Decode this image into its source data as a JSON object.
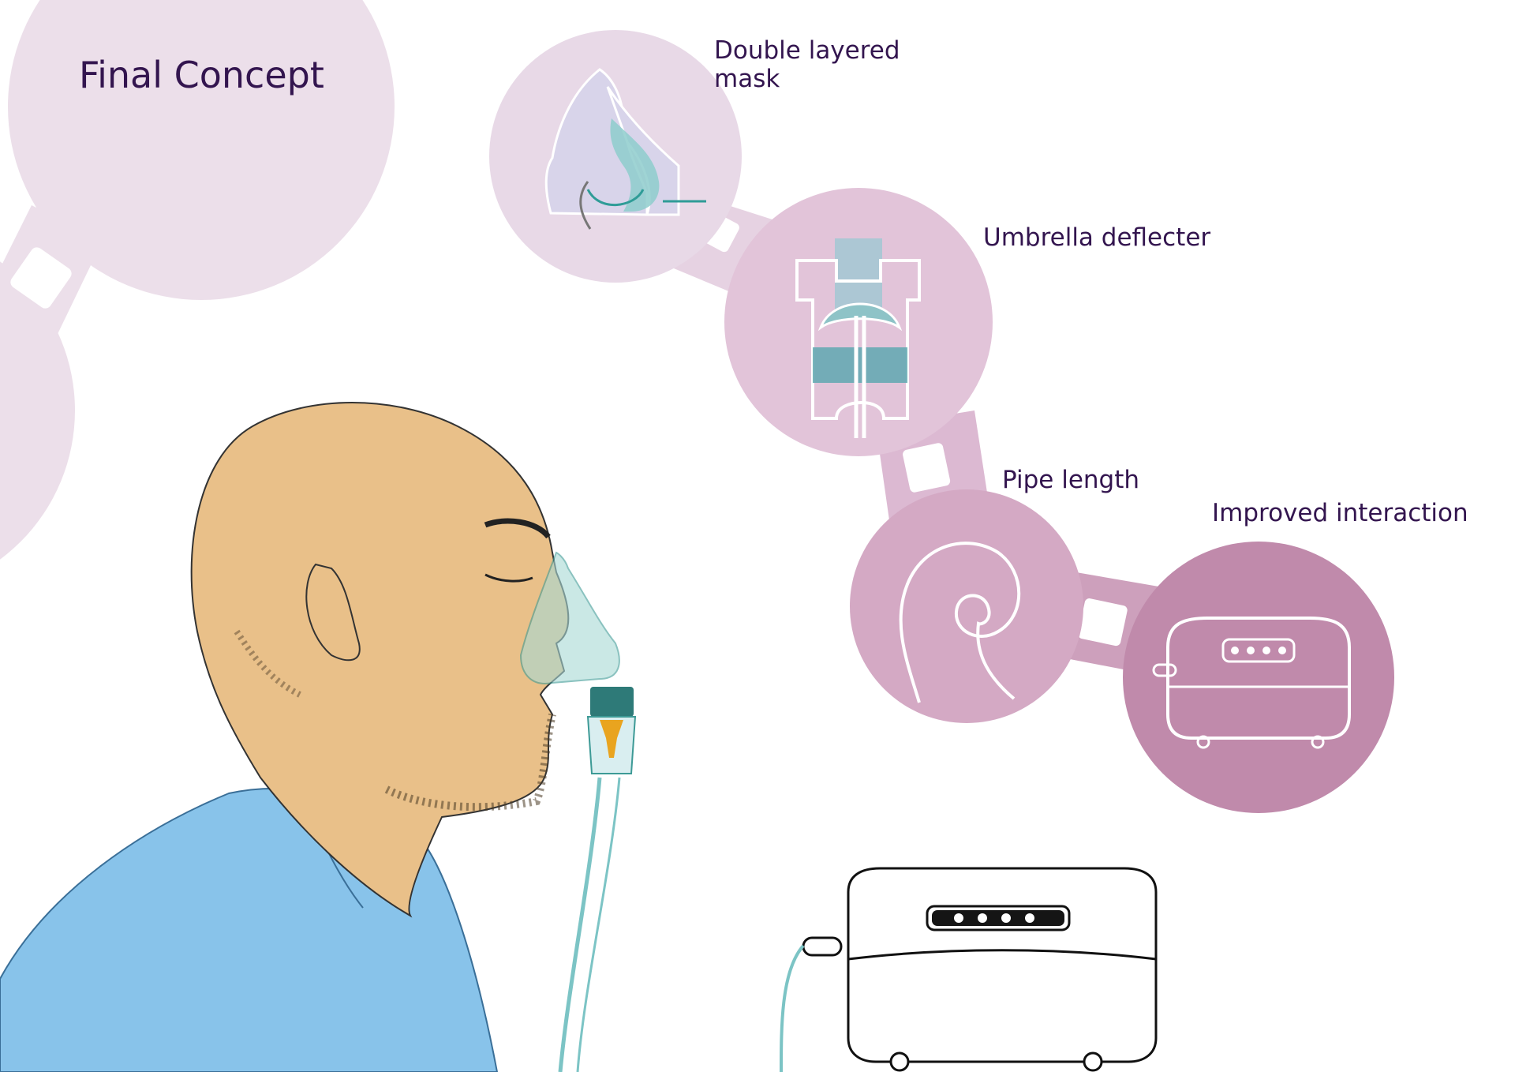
{
  "title": "Final Concept",
  "features": [
    {
      "label": "Double layered\nmask"
    },
    {
      "label": "Umbrella deflecter"
    },
    {
      "label": "Pipe length"
    },
    {
      "label": "Improved interaction"
    }
  ],
  "colors": {
    "bubble_light": "#ecdfea",
    "bubble_1": "#e8d9e7",
    "bubble_2": "#e2c4d9",
    "bubble_3": "#d4a9c4",
    "bubble_4": "#c08aab",
    "label_text": "#33154f",
    "skin": "#e9c089",
    "shirt": "#88c3ea",
    "mask_teal": "#7cc4c5",
    "mask_dark_teal": "#2e7a78",
    "orange": "#e9a41f",
    "outline": "#2a2a2a"
  }
}
